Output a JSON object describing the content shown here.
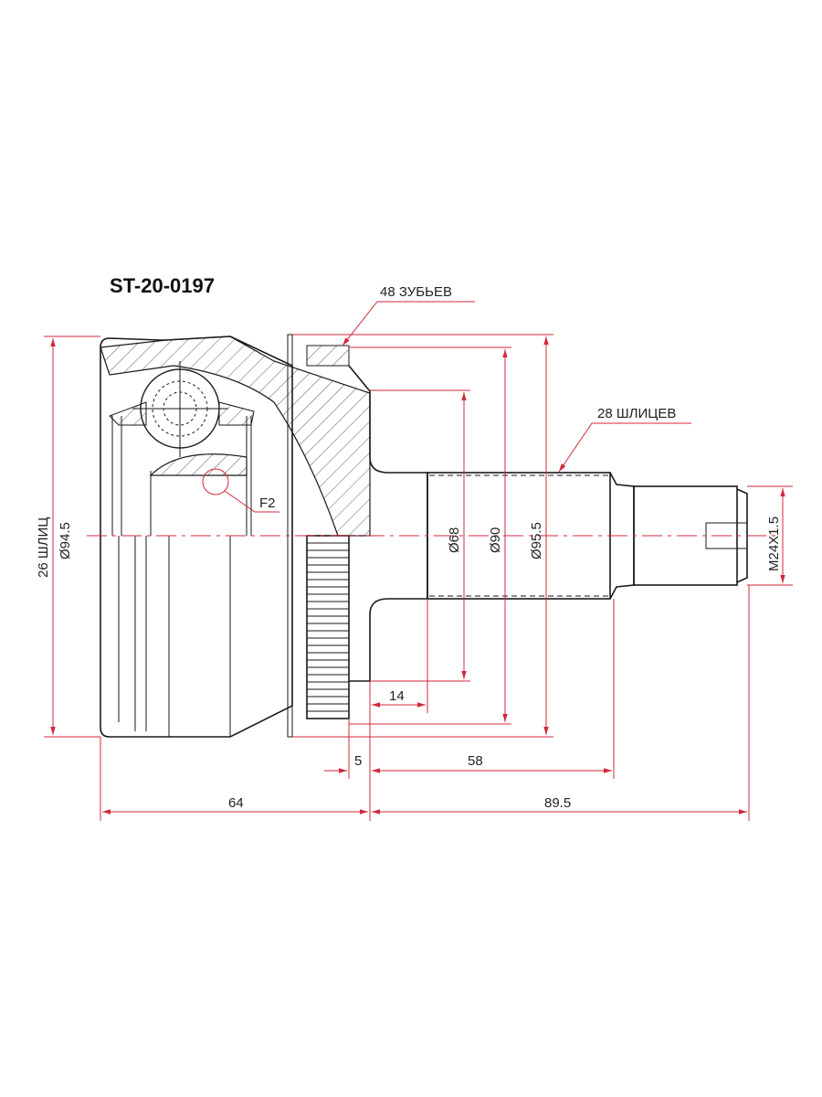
{
  "title": "ST-20-0197",
  "callouts": {
    "teeth": "48 ЗУБЬЕВ",
    "shaft_splines": "28 ШЛИЦЕВ",
    "detail": "F2"
  },
  "dimensions": {
    "inner_splines": "26 ШЛИЦ",
    "outer_diameter": "Ø94.5",
    "d68": "Ø68",
    "d90": "Ø90",
    "d95_5": "Ø95.5",
    "thread": "M24X1.5",
    "len_14": "14",
    "len_5": "5",
    "len_58": "58",
    "len_64": "64",
    "len_89_5": "89.5"
  },
  "colors": {
    "dimension": "#d2283c",
    "outline": "#1a1a1a"
  }
}
